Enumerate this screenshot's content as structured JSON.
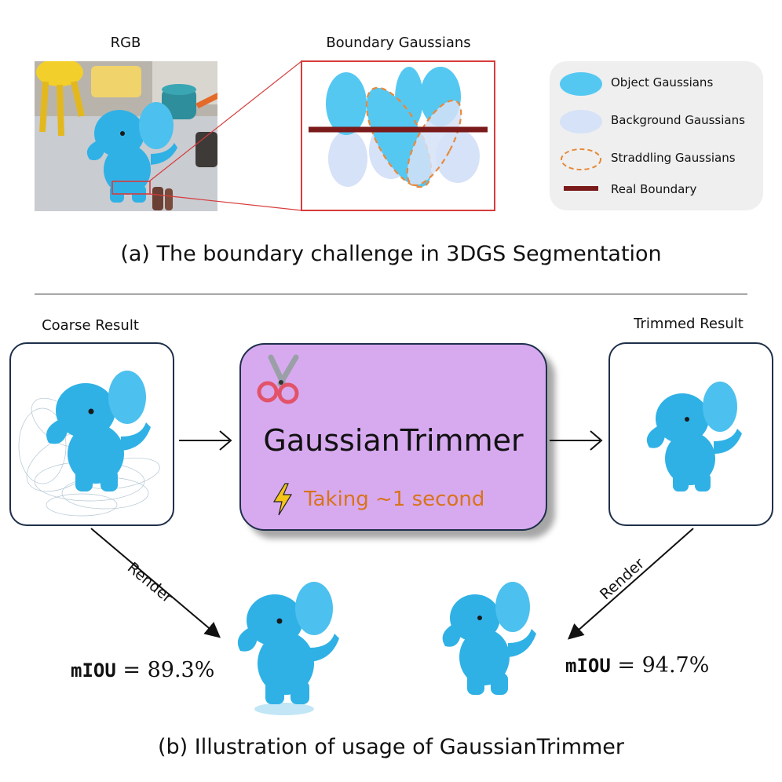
{
  "part_a": {
    "rgb_label": "RGB",
    "boundary_title": "Boundary Gaussians",
    "caption": "(a) The boundary challenge in 3DGS Segmentation"
  },
  "legend": {
    "items": [
      {
        "label": "Object Gaussians",
        "icon": "object-gaussian-ellipse",
        "color": "#55c8f2"
      },
      {
        "label": "Background Gaussians",
        "icon": "background-gaussian-ellipse",
        "color": "#d6e2f8"
      },
      {
        "label": "Straddling Gaussians",
        "icon": "straddling-gaussian-dashed-ellipse",
        "color": "#e8893a"
      },
      {
        "label": "Real Boundary",
        "icon": "real-boundary-line",
        "color": "#7a1a1a"
      }
    ]
  },
  "part_b": {
    "coarse_label": "Coarse Result",
    "trimmed_label": "Trimmed Result",
    "trimmer_title": "GaussianTrimmer",
    "trimmer_subtitle": "Taking ~1 second",
    "render_left": "Render",
    "render_right": "Render",
    "miou_symbol": "mIOU",
    "miou_left": "= 89.3%",
    "miou_right": "= 94.7%",
    "caption": "(b) Illustration of usage of GaussianTrimmer"
  },
  "colors": {
    "object": "#55c8f2",
    "background": "#d6e2f8",
    "straddle": "#e8893a",
    "boundary": "#7a1a1a",
    "trimmer_fill": "#d7aaf0",
    "trimmer_sub": "#d9731a",
    "elephant": "#2fb1e6",
    "zoom_red": "#d83b3b"
  }
}
